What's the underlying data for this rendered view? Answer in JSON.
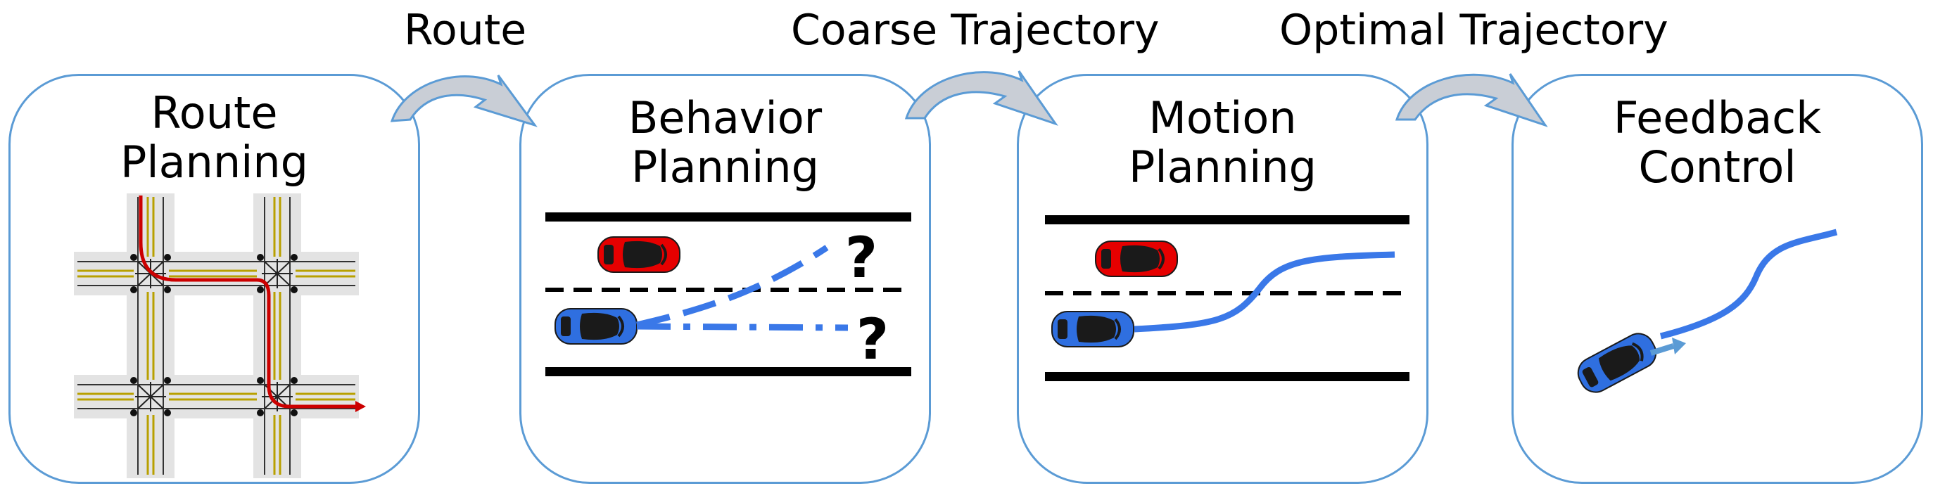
{
  "stages": [
    {
      "title": "Route\nPlanning"
    },
    {
      "title": "Behavior\nPlanning"
    },
    {
      "title": "Motion\nPlanning"
    },
    {
      "title": "Feedback\nControl"
    }
  ],
  "flows": [
    {
      "label": "Route"
    },
    {
      "label": "Coarse Trajectory"
    },
    {
      "label": "Optimal Trajectory"
    }
  ],
  "behavior_options": [
    "?",
    "?"
  ],
  "colors": {
    "panel_border": "#5b9bd5",
    "flow_arrow_fill": "#c9ced6",
    "ego_vehicle": "#2f6fe0",
    "other_vehicle": "#e60000",
    "trajectory": "#3a78e8",
    "route": "#cc0000",
    "road": "#e3e3e3",
    "lane_line": "#b8a000"
  },
  "icons": [
    "curved-flow-arrow-icon",
    "ego-car-icon",
    "other-car-icon",
    "intersection-icon"
  ]
}
